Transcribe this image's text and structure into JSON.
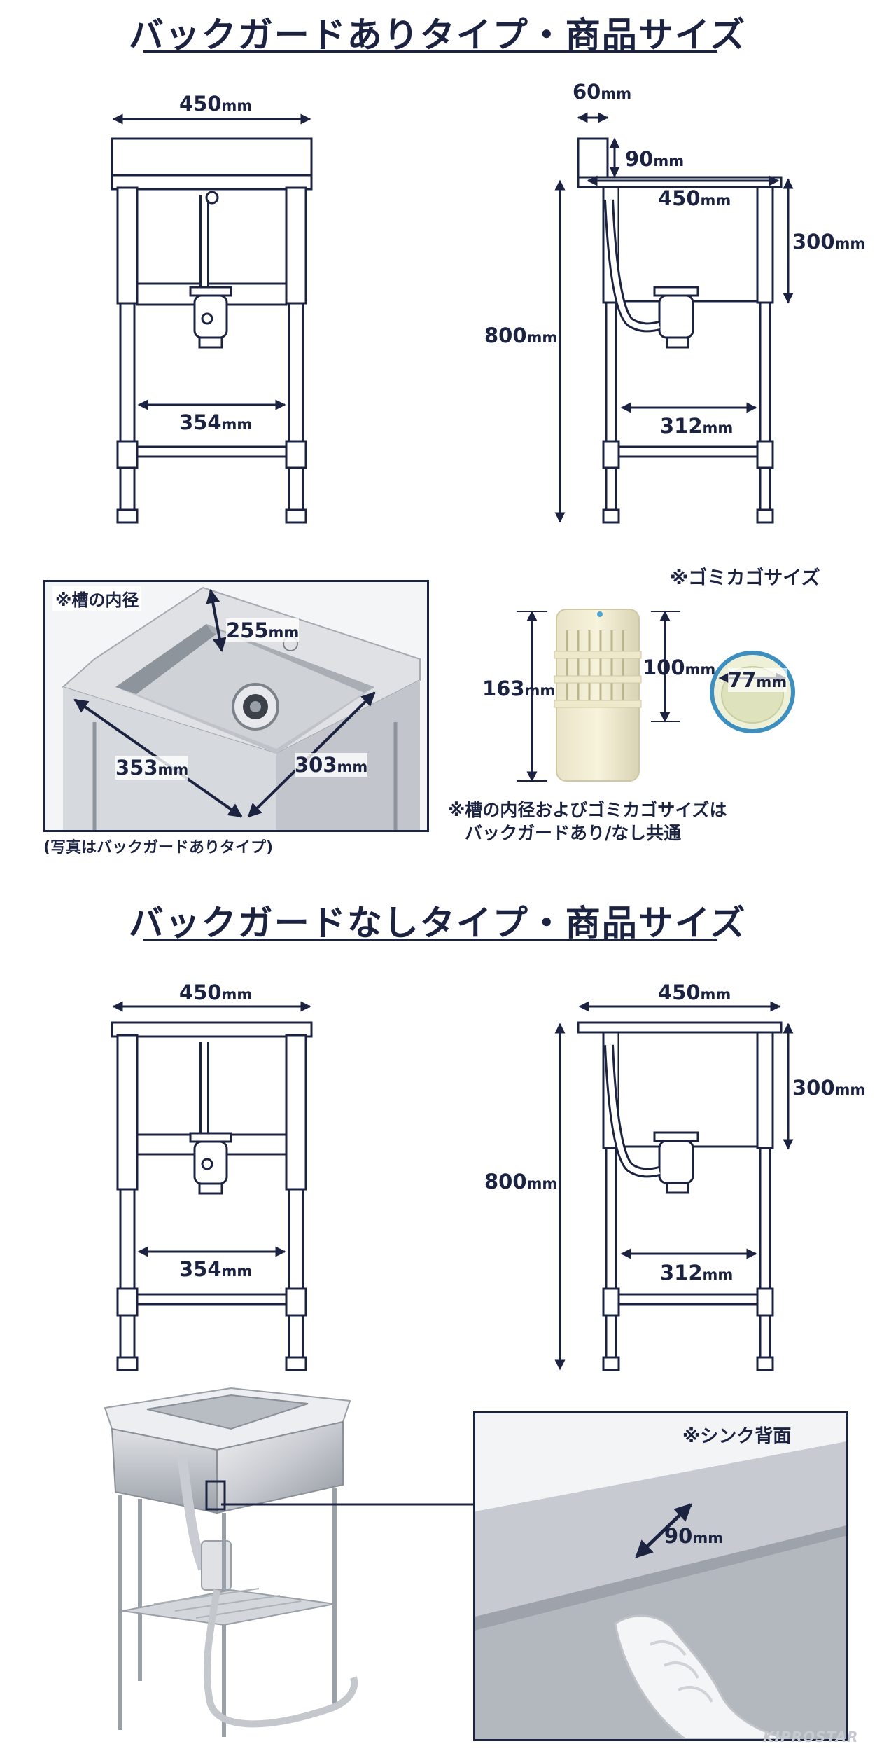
{
  "section1": {
    "title": "バックガードありタイプ・商品サイズ",
    "front": {
      "width_top": "450",
      "width_bottom": "354"
    },
    "side": {
      "guard_depth": "60",
      "guard_height": "90",
      "depth": "450",
      "bowl_height": "300",
      "height": "800",
      "bottom_depth": "312"
    }
  },
  "bowl_photo": {
    "label": "※槽の内径",
    "depth": "255",
    "width": "353",
    "length": "303",
    "caption": "(写真はバックガードありタイプ)"
  },
  "basket": {
    "label": "※ゴミカゴサイズ",
    "total_height": "163",
    "basket_height": "100",
    "diameter": "77",
    "note_line1": "※槽の内径およびゴミカゴサイズは",
    "note_line2": "バックガードあり/なし共通"
  },
  "section2": {
    "title": "バックガードなしタイプ・商品サイズ",
    "front": {
      "width_top": "450",
      "width_bottom": "354"
    },
    "side": {
      "depth": "450",
      "bowl_height": "300",
      "height": "800",
      "bottom_depth": "312"
    }
  },
  "back_detail": {
    "label": "※シンク背面",
    "gap": "90"
  },
  "unit": "mm",
  "brand": "KIPROSTAR",
  "colors": {
    "navy": "#1c2340",
    "steel": "#c9ccd2",
    "steel_dark": "#8d9199"
  }
}
